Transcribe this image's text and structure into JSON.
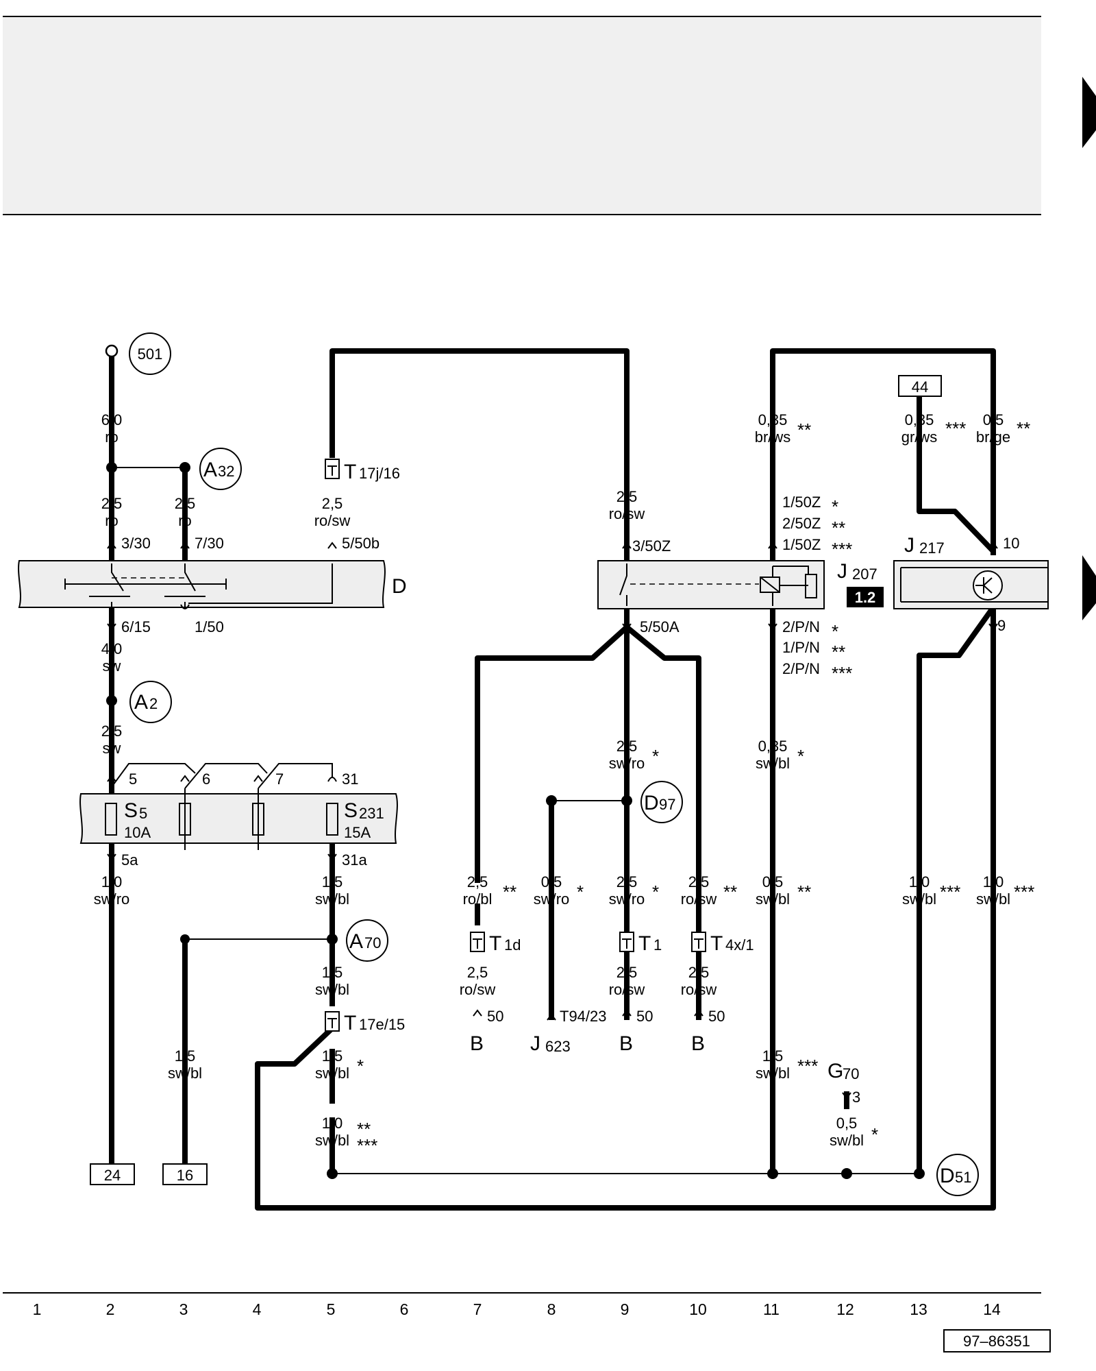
{
  "page_refs": {
    "terminal_501": "501",
    "ref_44": "44",
    "box_24": "24",
    "box_16": "16",
    "drawing_number": "97–86351"
  },
  "components": {
    "D": "D",
    "S5": {
      "letter": "S",
      "num": "5",
      "rating": "10A"
    },
    "S231": {
      "letter": "S",
      "num": "231",
      "rating": "15A"
    },
    "J207": {
      "letter": "J",
      "num": "207",
      "badge": "1.2"
    },
    "J217": {
      "letter": "J",
      "num": "217"
    },
    "J623": {
      "letter": "J",
      "num": "623"
    },
    "G70": {
      "letter": "G",
      "num": "70"
    },
    "B": "B"
  },
  "connectors": {
    "T17j": "17j/16",
    "T1d": "1d",
    "T1": "1",
    "T4x": "4x/1",
    "T17e": "17e/15",
    "T94": "T94/23"
  },
  "ground_points": {
    "A32": "32",
    "A2": "2",
    "A70": "70",
    "D97": "97",
    "D51": "51",
    "A": "A",
    "D": "D"
  },
  "pins": {
    "p3_30": "3/30",
    "p7_30": "7/30",
    "p5_50b": "5/50b",
    "p6_15": "6/15",
    "p1_50": "1/50",
    "p5": "5",
    "p6": "6",
    "p7": "7",
    "p31": "31",
    "p5a": "5a",
    "p31a": "31a",
    "p3_50Z": "3/50Z",
    "p5_50A": "5/50A",
    "j207_in": [
      "1/50Z",
      "2/50Z",
      "1/50Z"
    ],
    "j207_out": [
      "2/P/N",
      "1/P/N",
      "2/P/N"
    ],
    "p10": "10",
    "p9": "9",
    "p50": "50",
    "p3": "3"
  },
  "wires": {
    "w501": {
      "size": "6,0",
      "color": "ro"
    },
    "w2a": {
      "size": "2,5",
      "color": "ro"
    },
    "w3a": {
      "size": "2,5",
      "color": "ro"
    },
    "w5a": {
      "size": "2,5",
      "color": "ro/sw"
    },
    "w9a": {
      "size": "2,5",
      "color": "ro/sw"
    },
    "w11a": {
      "size": "0,35",
      "color": "br/ws"
    },
    "w13a": {
      "size": "0,35",
      "color": "gr/ws"
    },
    "w14a": {
      "size": "0,5",
      "color": "br/ge"
    },
    "w2b": {
      "size": "4,0",
      "color": "sw"
    },
    "w2c": {
      "size": "2,5",
      "color": "sw"
    },
    "w9b": {
      "size": "2,5",
      "color": "sw/ro"
    },
    "w11b": {
      "size": "0,35",
      "color": "sw/bl"
    },
    "w2d": {
      "size": "1,0",
      "color": "sw/ro"
    },
    "w5b": {
      "size": "1,5",
      "color": "sw/bl"
    },
    "w7a": {
      "size": "2,5",
      "color": "ro/bl"
    },
    "w8a": {
      "size": "0,5",
      "color": "sw/ro"
    },
    "w9c": {
      "size": "2,5",
      "color": "sw/ro"
    },
    "w10a": {
      "size": "2,5",
      "color": "ro/sw"
    },
    "w11c": {
      "size": "0,5",
      "color": "sw/bl"
    },
    "w13b": {
      "size": "1,0",
      "color": "sw/bl"
    },
    "w14b": {
      "size": "1,0",
      "color": "sw/bl"
    },
    "w5c": {
      "size": "1,5",
      "color": "sw/bl"
    },
    "w7b": {
      "size": "2,5",
      "color": "ro/sw"
    },
    "w9d": {
      "size": "2,5",
      "color": "ro/sw"
    },
    "w10b": {
      "size": "2,5",
      "color": "ro/sw"
    },
    "w3b": {
      "size": "1,5",
      "color": "sw/bl"
    },
    "w5d": {
      "size": "1,5",
      "color": "sw/bl"
    },
    "w11d": {
      "size": "1,5",
      "color": "sw/bl"
    },
    "w12a": {
      "size": "0,5",
      "color": "sw/bl"
    },
    "w5e": {
      "size": "1,0",
      "color": "sw/bl"
    }
  },
  "stars": {
    "s1": "*",
    "s2": "**",
    "s3": "***"
  },
  "grid_columns": [
    "1",
    "2",
    "3",
    "4",
    "5",
    "6",
    "7",
    "8",
    "9",
    "10",
    "11",
    "12",
    "13",
    "14"
  ]
}
